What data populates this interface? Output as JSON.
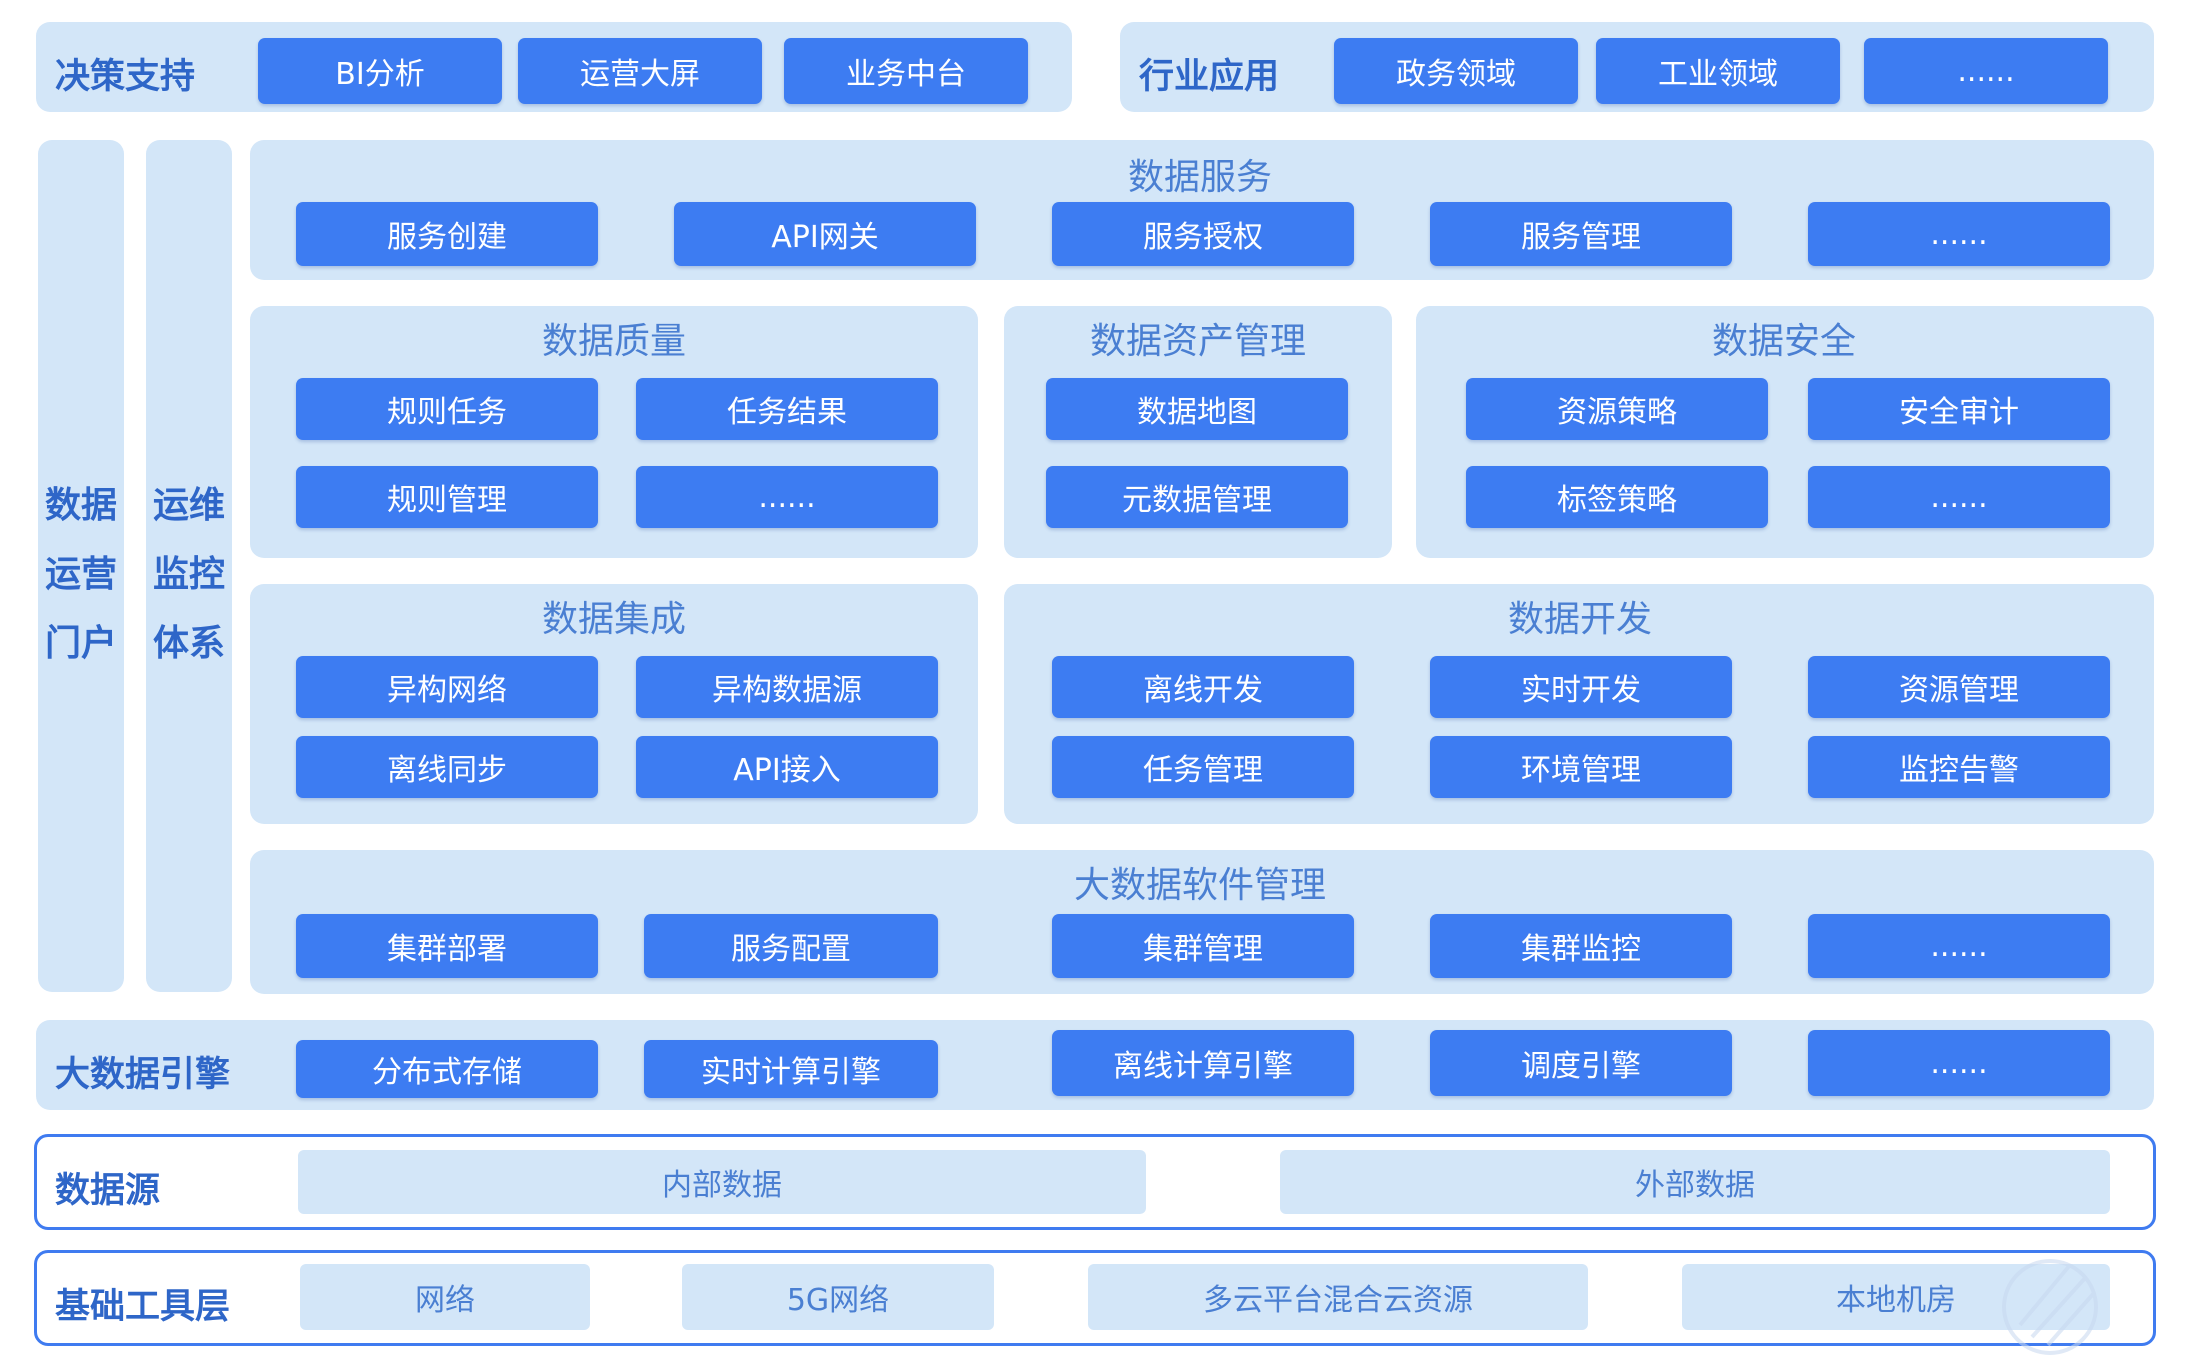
{
  "colors": {
    "button": "#3d7cf2",
    "panel": "#d3e6f8",
    "title": "#2e66c8",
    "section_title": "#4a7fd2",
    "border": "#3f7bf0"
  },
  "decision": {
    "title": "决策支持",
    "items": [
      "BI分析",
      "运营大屏",
      "业务中台"
    ]
  },
  "industry": {
    "title": "行业应用",
    "items": [
      "政务领域",
      "工业领域",
      "......"
    ]
  },
  "side": {
    "portal": [
      "数据",
      "运营",
      "门户"
    ],
    "monitor": [
      "运维",
      "监控",
      "体系"
    ]
  },
  "data_service": {
    "title": "数据服务",
    "items": [
      "服务创建",
      "API网关",
      "服务授权",
      "服务管理",
      "......"
    ]
  },
  "data_quality": {
    "title": "数据质量",
    "items": [
      "规则任务",
      "任务结果",
      "规则管理",
      "......"
    ]
  },
  "data_asset": {
    "title": "数据资产管理",
    "items": [
      "数据地图",
      "元数据管理"
    ]
  },
  "data_security": {
    "title": "数据安全",
    "items": [
      "资源策略",
      "安全审计",
      "标签策略",
      "......"
    ]
  },
  "data_integration": {
    "title": "数据集成",
    "items": [
      "异构网络",
      "异构数据源",
      "离线同步",
      "API接入"
    ]
  },
  "data_dev": {
    "title": "数据开发",
    "items": [
      "离线开发",
      "实时开发",
      "资源管理",
      "任务管理",
      "环境管理",
      "监控告警"
    ]
  },
  "bigdata_mgmt": {
    "title": "大数据软件管理",
    "items": [
      "集群部署",
      "服务配置",
      "集群管理",
      "集群监控",
      "......"
    ]
  },
  "engine": {
    "title": "大数据引擎",
    "items": [
      "分布式存储",
      "实时计算引擎",
      "离线计算引擎",
      "调度引擎",
      "......"
    ]
  },
  "datasource": {
    "title": "数据源",
    "items": [
      "内部数据",
      "外部数据"
    ]
  },
  "infra": {
    "title": "基础工具层",
    "items": [
      "网络",
      "5G网络",
      "多云平台混合云资源",
      "本地机房"
    ]
  }
}
